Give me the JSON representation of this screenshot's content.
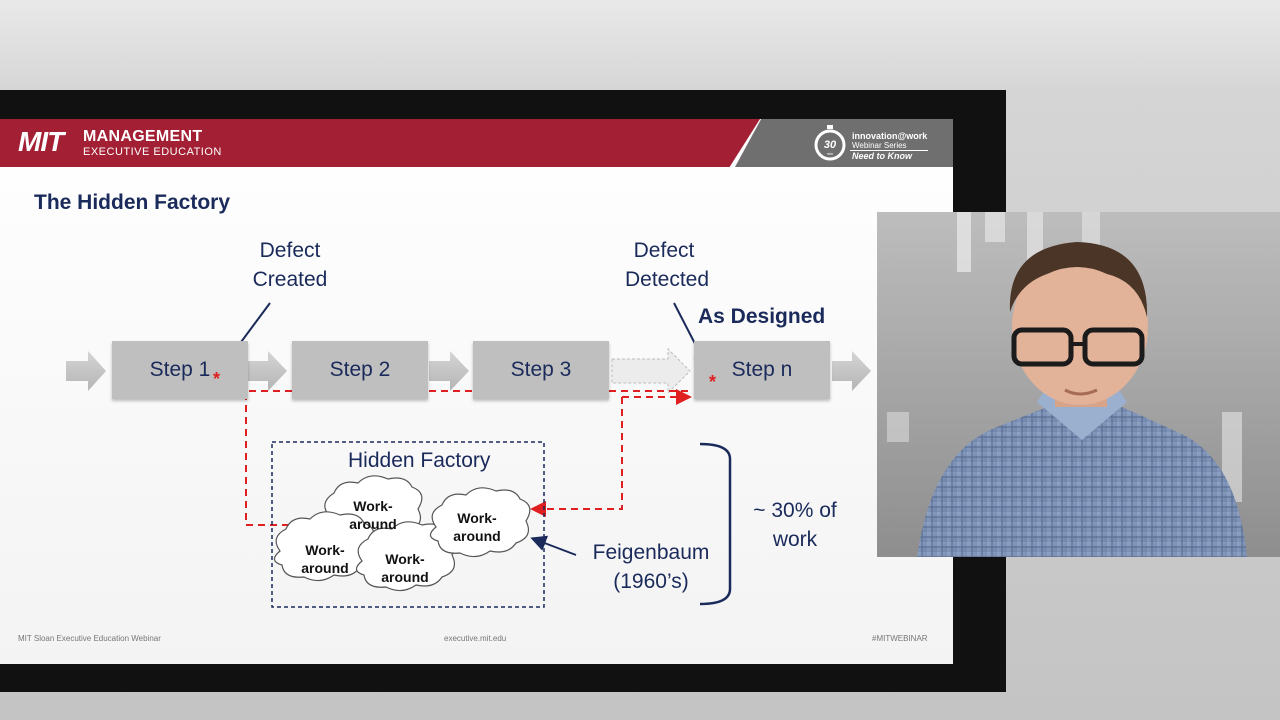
{
  "header": {
    "logo_mit": "MIT",
    "logo_management": "MANAGEMENT",
    "logo_exec": "EXECUTIVE EDUCATION",
    "timer_num": "30",
    "timer_unit": "min",
    "series_title": "innovation@work",
    "series_sub": "Webinar Series",
    "series_tag": "Need to Know"
  },
  "slide": {
    "title": "The Hidden Factory",
    "defect_created_1": "Defect",
    "defect_created_2": "Created",
    "defect_detected_1": "Defect",
    "defect_detected_2": "Detected",
    "as_designed": "As Designed",
    "steps": [
      "Step 1",
      "Step 2",
      "Step 3",
      "Step n"
    ],
    "asterisk": "*",
    "hidden_factory": "Hidden Factory",
    "clouds": [
      {
        "line1": "Work-",
        "line2": "around"
      },
      {
        "line1": "Work-",
        "line2": "around"
      },
      {
        "line1": "Work-",
        "line2": "around"
      },
      {
        "line1": "Work-",
        "line2": "around"
      }
    ],
    "feigenbaum_1": "Feigenbaum",
    "feigenbaum_2": "(1960’s)",
    "percent_1": "~ 30% of",
    "percent_2": "work"
  },
  "footer": {
    "left": "MIT Sloan Executive Education Webinar",
    "center": "executive.mit.edu",
    "right": "#MITWEBINAR"
  },
  "colors": {
    "brand_red": "#a31f34",
    "navy": "#1a2a5a",
    "dash_red": "#e02020"
  }
}
